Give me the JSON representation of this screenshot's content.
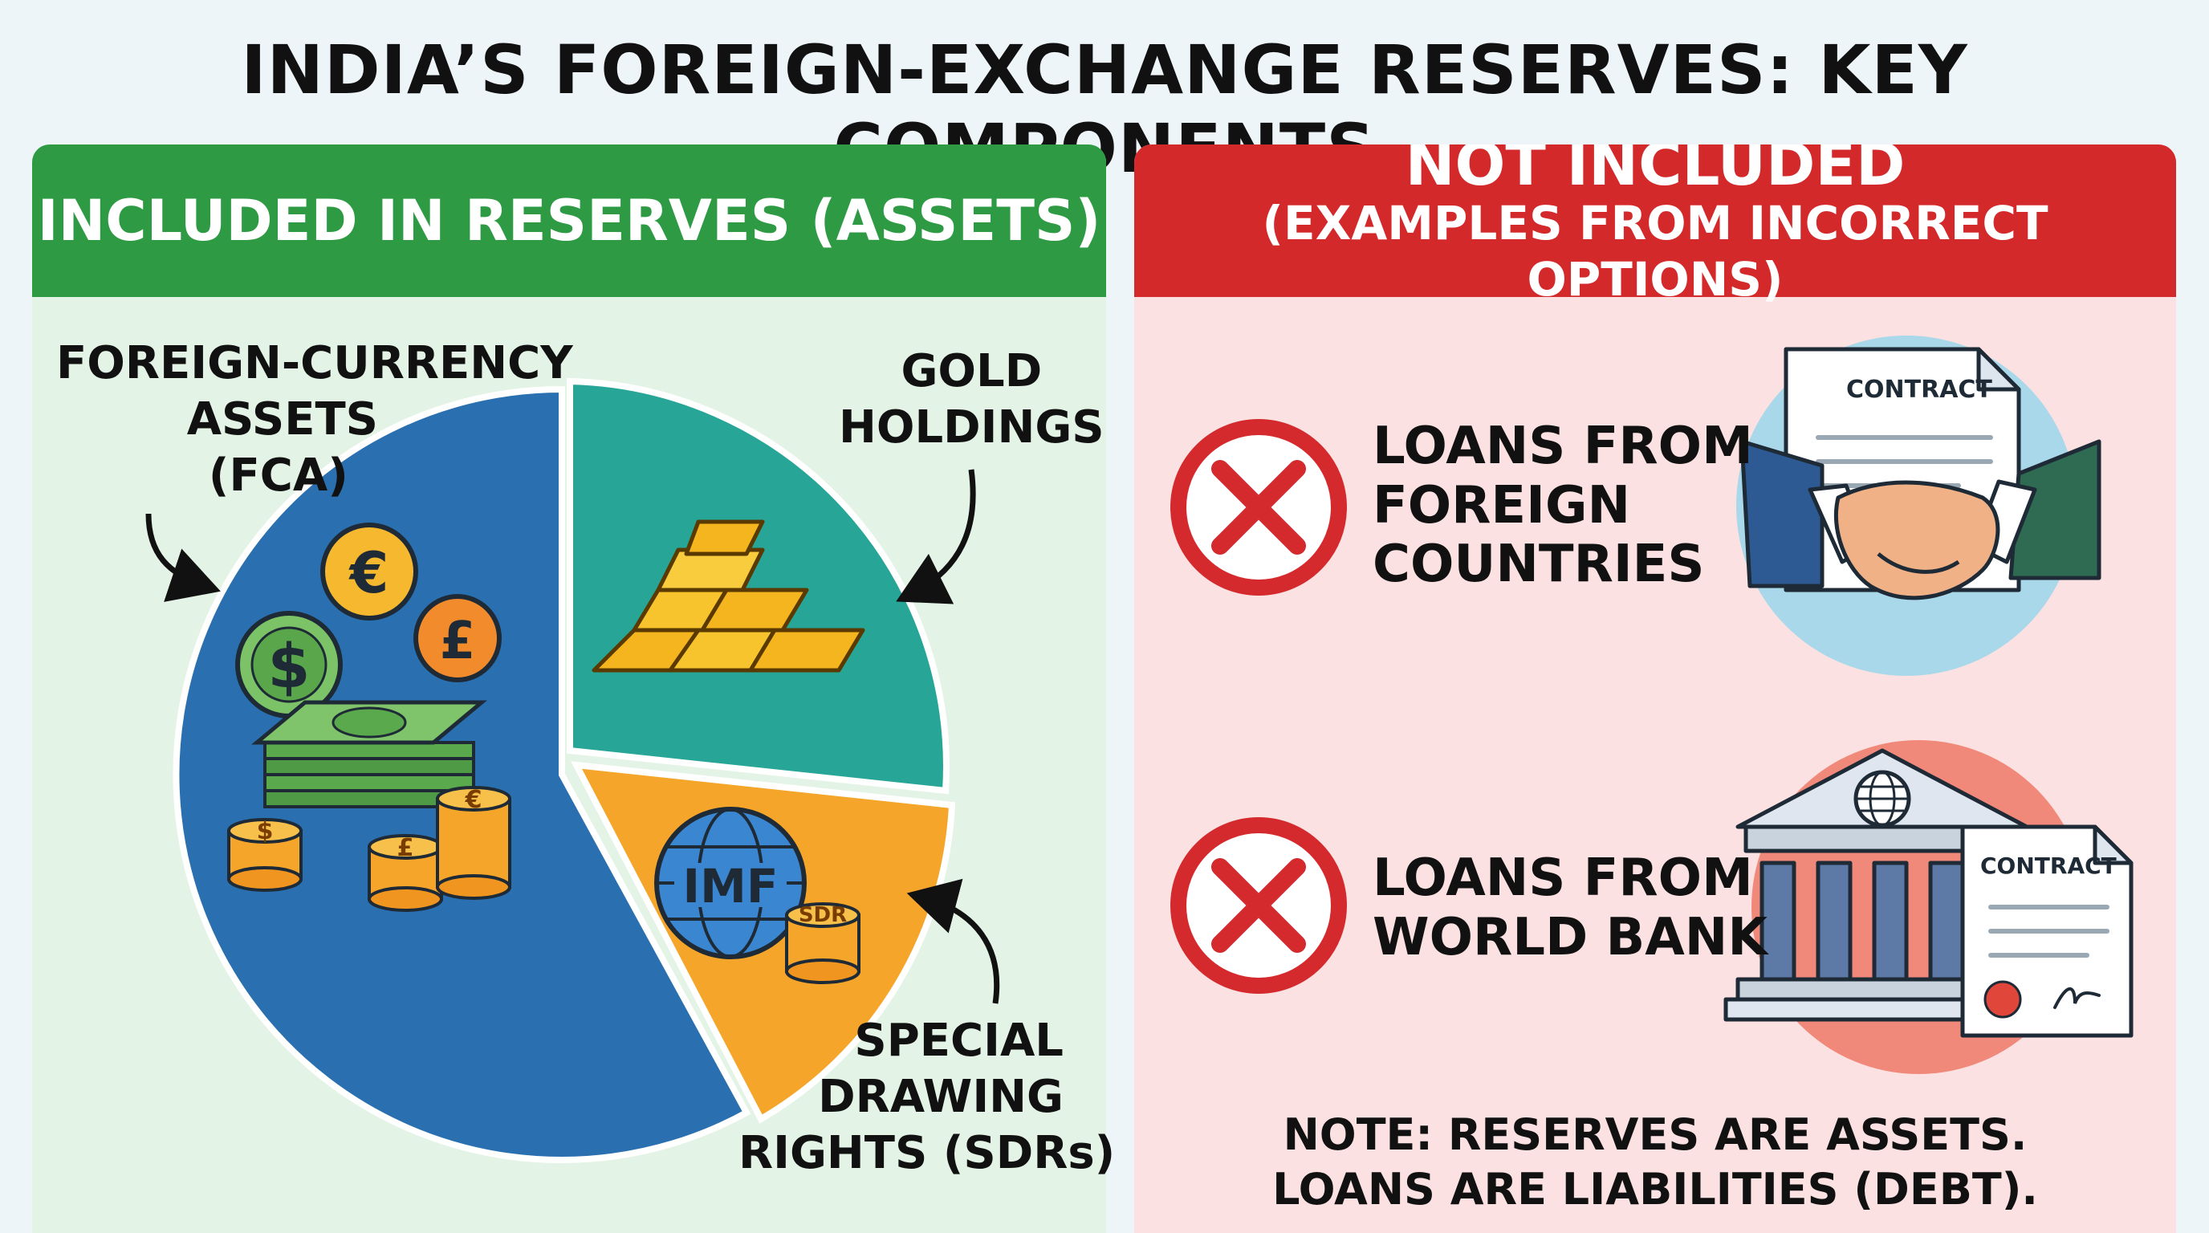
{
  "title": "INDIA’S FOREIGN-EXCHANGE RESERVES: KEY COMPONENTS",
  "included": {
    "header": "INCLUDED IN RESERVES (ASSETS)",
    "segments": [
      {
        "label_lines": [
          "FOREIGN-CURRENCY",
          "ASSETS",
          "(FCA)"
        ],
        "color": "#2a6fb0"
      },
      {
        "label_lines": [
          "GOLD",
          "HOLDINGS"
        ],
        "color": "#27a596"
      },
      {
        "label_lines": [
          "SPECIAL",
          "DRAWING",
          "RIGHTS (SDRs)"
        ],
        "color": "#f5a62a"
      }
    ],
    "icons": {
      "currency_symbols": [
        "€",
        "$",
        "£"
      ],
      "coin_symbols": [
        "$",
        "£",
        "€"
      ],
      "imf_label": "IMF",
      "sdr_label": "SDR"
    }
  },
  "not_included": {
    "header_main": "NOT INCLUDED",
    "header_sub": "(EXAMPLES FROM INCORRECT OPTIONS)",
    "items": [
      {
        "lines": [
          "LOANS FROM",
          "FOREIGN",
          "COUNTRIES"
        ],
        "contract_label": "CONTRACT"
      },
      {
        "lines": [
          "LOANS FROM",
          "WORLD BANK"
        ],
        "contract_label": "CONTRACT"
      }
    ],
    "note_lines": [
      "NOTE: RESERVES ARE ASSETS.",
      "LOANS ARE LIABILITIES (DEBT)."
    ]
  },
  "colors": {
    "included": "#2e9b44",
    "not_included": "#d4292b",
    "cross": "#d42a2d"
  }
}
